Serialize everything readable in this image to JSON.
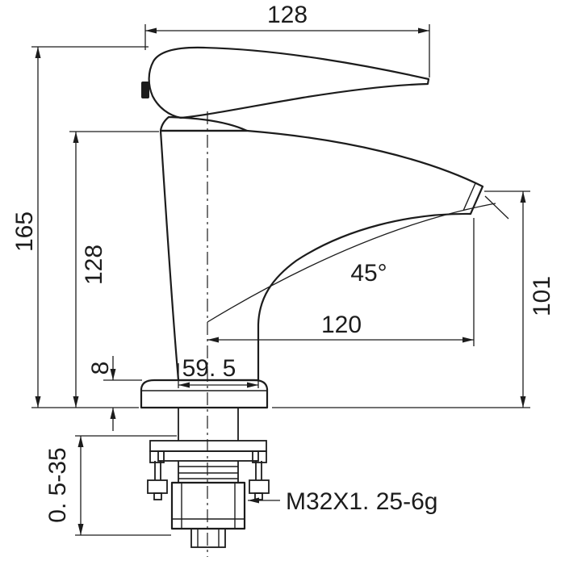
{
  "page": {
    "background": "#ffffff",
    "line_color": "#1c1c1c"
  },
  "drawing": {
    "name": "basin-faucet-dimensional-drawing",
    "dims": {
      "handle_length": "128",
      "overall_height": "165",
      "body_height": "128",
      "spout_height": "101",
      "spout_angle": "45°",
      "spout_reach": "120",
      "body_width": "59. 5",
      "base_thickness": "8",
      "mount_thickness_range": "0. 5-35",
      "thread_spec": "M32X1. 25-6g"
    }
  }
}
